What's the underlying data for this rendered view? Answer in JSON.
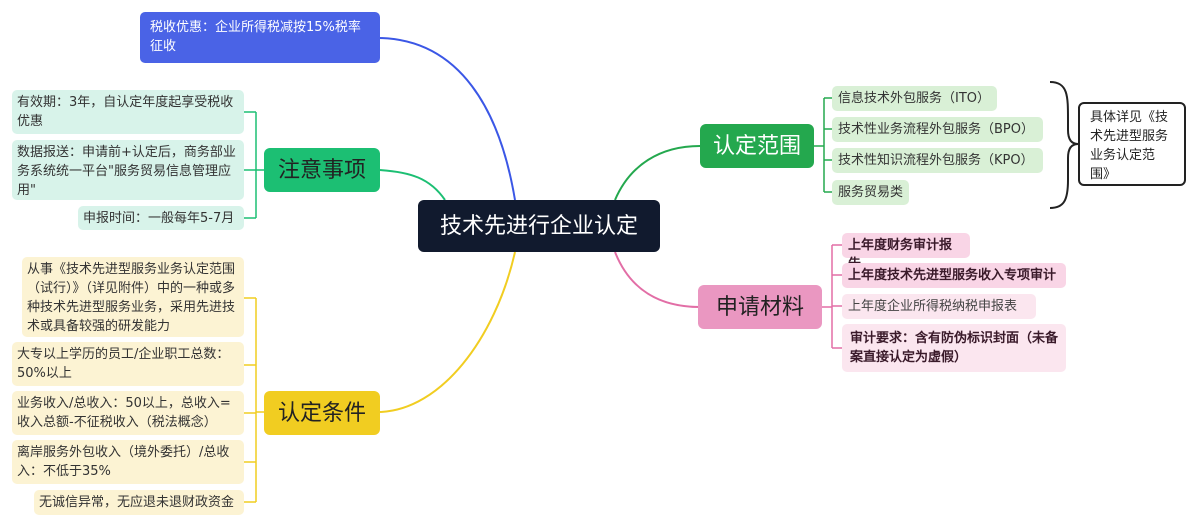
{
  "center": "技术先进行企业认定",
  "tax_benefit": "税收优惠：企业所得税减按15%税率征收",
  "notices": {
    "title": "注意事项",
    "items": [
      "有效期：3年，自认定年度起享受税收优惠",
      "数据报送：申请前+认定后，商务部业务系统统一平台\"服务贸易信息管理应用\"",
      "申报时间：一般每年5-7月"
    ]
  },
  "conditions": {
    "title": "认定条件",
    "items": [
      "从事《技术先进型服务业务认定范围（试行）》（详见附件）中的一种或多种技术先进型服务业务，采用先进技术或具备较强的研发能力",
      "大专以上学历的员工/企业职工总数：50%以上",
      "业务收入/总收入：50以上，总收入=收入总额-不征税收入（税法概念）",
      "离岸服务外包收入（境外委托）/总收入：不低于35%",
      "无诚信异常，无应退未退财政资金"
    ]
  },
  "scope": {
    "title": "认定范围",
    "items": [
      "信息技术外包服务（ITO）",
      "技术性业务流程外包服务（BPO）",
      "技术性知识流程外包服务（KPO）",
      "服务贸易类"
    ],
    "note": "具体详见《技术先进型服务业务认定范围》"
  },
  "materials": {
    "title": "申请材料",
    "items": [
      "上年度财务审计报告",
      "上年度技术先进型服务收入专项审计",
      "上年度企业所得税纳税申报表",
      "审计要求：含有防伪标识封面（未备案直接认定为虚假）"
    ]
  },
  "colors": {
    "blue": "#4a63e6",
    "teal": "#1cbf73",
    "green": "#24a84e",
    "pink": "#e26ea6",
    "yellow": "#f1cd21",
    "center": "#111a2e"
  }
}
